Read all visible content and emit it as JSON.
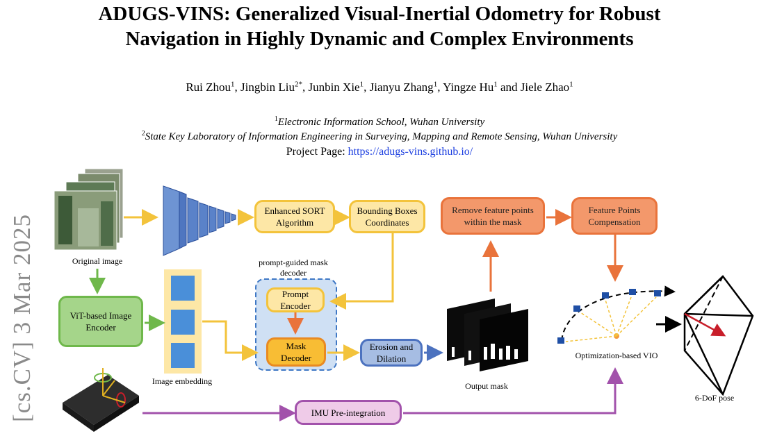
{
  "paper": {
    "title_line1": "ADUGS-VINS: Generalized Visual-Inertial Odometry for Robust",
    "title_line2": "Navigation in Highly Dynamic and Complex Environments",
    "authors": [
      {
        "name": "Rui Zhou",
        "sup": "1",
        "sep": ", "
      },
      {
        "name": "Jingbin Liu",
        "sup": "2*",
        "sep": ", "
      },
      {
        "name": "Junbin Xie",
        "sup": "1",
        "sep": ", "
      },
      {
        "name": "Jianyu Zhang",
        "sup": "1",
        "sep": ", "
      },
      {
        "name": "Yingze Hu",
        "sup": "1",
        "sep": " and "
      },
      {
        "name": "Jiele Zhao",
        "sup": "1",
        "sep": ""
      }
    ],
    "affiliation1_sup": "1",
    "affiliation1": "Electronic Information School, Wuhan University",
    "affiliation2_sup": "2",
    "affiliation2": "State Key Laboratory of Information Engineering in Surveying, Mapping and Remote Sensing, Wuhan University",
    "project_label": "Project Page: ",
    "project_url": "https://adugs-vins.github.io/",
    "arxiv_id": "[cs.CV]  3 Mar 2025"
  },
  "figure": {
    "colors": {
      "yellow": "#f3c33b",
      "orange": "#e9733b",
      "green": "#6fb84b",
      "blue": "#4c72bf",
      "purple": "#a252ab",
      "layer_blue": "#5a82c9"
    },
    "nodes": {
      "sort": "Enhanced SORT Algorithm",
      "bbox": "Bounding Boxes Coordinates",
      "remove": "Remove feature points within the mask",
      "comp": "Feature Points Compensation",
      "vit": "ViT-based Image Encoder",
      "prompt": "Prompt Encoder",
      "mask": "Mask Decoder",
      "erosion": "Erosion and Dilation",
      "imu": "IMU Pre-integration"
    },
    "captions": {
      "original": "Original image",
      "embedding": "Image embedding",
      "decoder_group": "prompt-guided mask decoder",
      "output_mask": "Output mask",
      "vio": "Optimization-based VIO",
      "pose": "6-DoF pose"
    }
  }
}
